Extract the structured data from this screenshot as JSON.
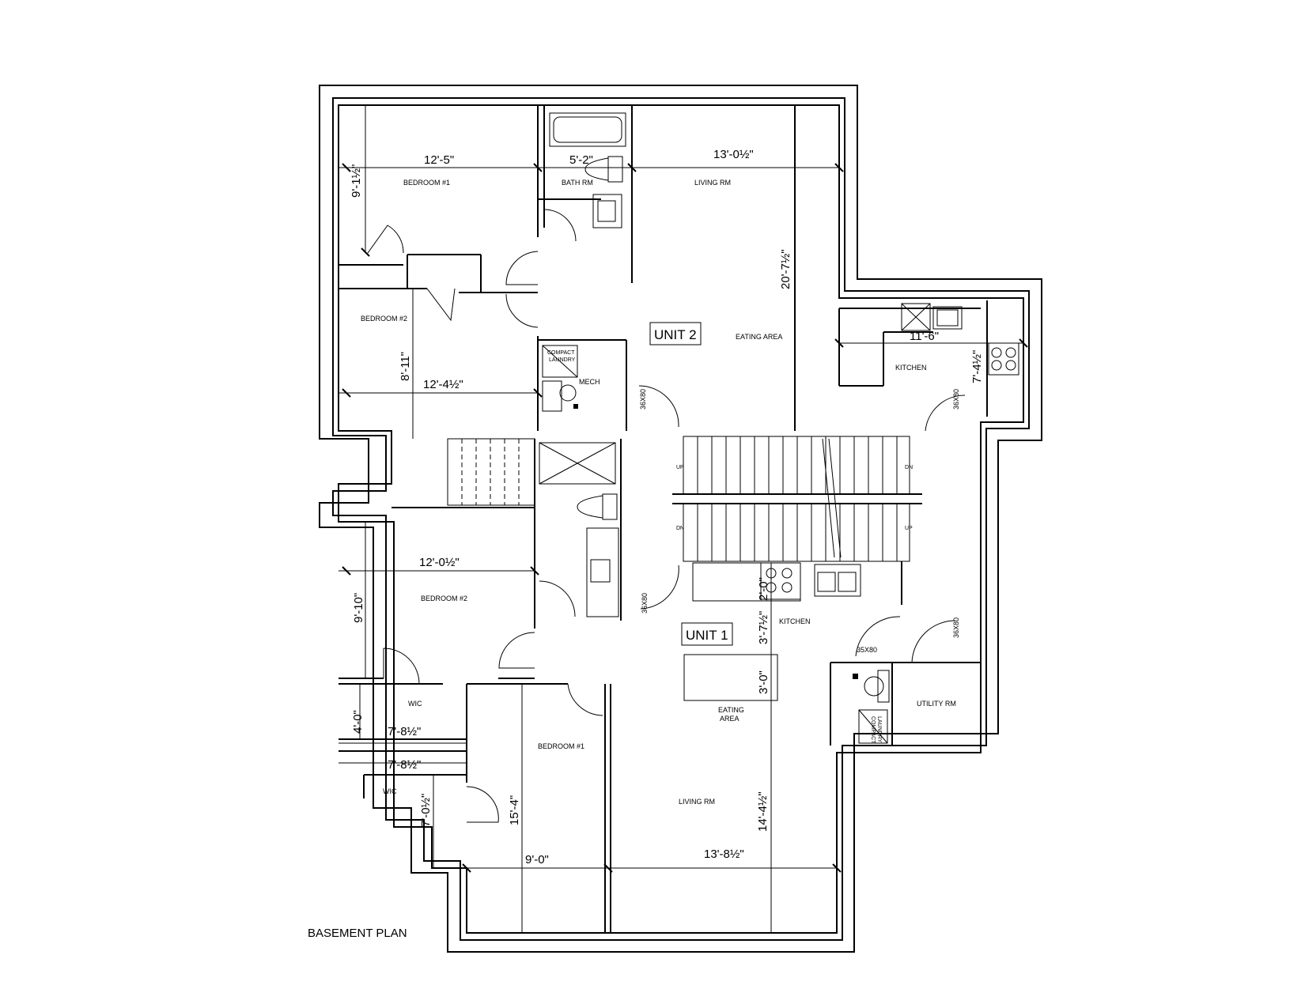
{
  "plan_title": "BASEMENT PLAN",
  "units": {
    "unit2": "UNIT 2",
    "unit1": "UNIT 1"
  },
  "rooms": {
    "u2_bedroom1": "BEDROOM #1",
    "u2_bath": "BATH RM",
    "u2_living": "LIVING RM",
    "u2_bedroom2": "BEDROOM #2",
    "u2_eating": "EATING AREA",
    "u2_kitchen": "KITCHEN",
    "u2_mech": "MECH",
    "u2_laundry_1": "COMPACT",
    "u2_laundry_2": "LAUNDRY",
    "u1_bedroom2": "BEDROOM #2",
    "u1_kitchen": "KITCHEN",
    "u1_eating_1": "EATING",
    "u1_eating_2": "AREA",
    "u1_utility": "UTILITY RM",
    "u1_wic_top": "WIC",
    "u1_wic_bottom": "WIC",
    "u1_bedroom1": "BEDROOM #1",
    "u1_living": "LIVING RM",
    "u1_laundry_1": "COMPACT",
    "u1_laundry_2": "LAUNDRY"
  },
  "stairs": {
    "up_left": "UP",
    "dn_right": "DN",
    "dn_left": "DN",
    "up_right": "UP"
  },
  "doors": {
    "d1": "36X80",
    "d2": "36X80",
    "d3": "36X80",
    "d4": "35X80",
    "d5": "36X80"
  },
  "dimensions": {
    "u2_bed1_w": "12'-5\"",
    "u2_bed1_h": "9'-1½\"",
    "u2_bath_w": "5'-2\"",
    "u2_living_w": "13'-0½\"",
    "u2_living_h": "20'-7½\"",
    "u2_kitchen_w": "11'-6\"",
    "u2_kitchen_h": "7'-4½\"",
    "u2_bed2_h": "8'-11\"",
    "u2_bed2_w": "12'-4½\"",
    "u1_bed2_w": "12'-0½\"",
    "u1_bed2_h": "9'-10\"",
    "u1_kitchen_small": "2'-0\"",
    "u1_kitchen_h": "3'-7½\"",
    "u1_island": "3'-0\"",
    "u1_wic_top_h": "4'-0\"",
    "u1_wic_top_w": "7'-8½\"",
    "u1_wic_bot_w": "7'-8½\"",
    "u1_wic_bot_h": "7'-0½\"",
    "u1_bed1_h": "15'-4\"",
    "u1_bed1_w": "9'-0\"",
    "u1_living_w": "13'-8½\"",
    "u1_living_h": "14'-4½\""
  }
}
